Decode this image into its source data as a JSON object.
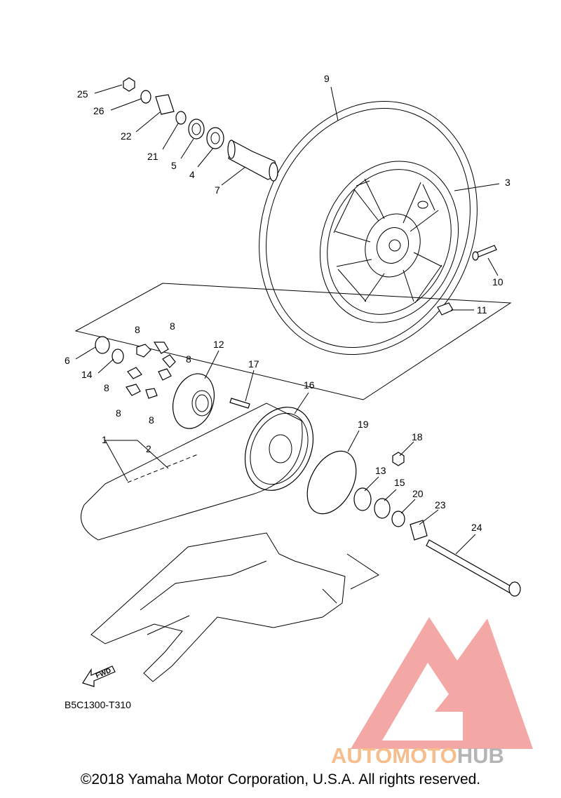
{
  "diagram": {
    "labels": [
      {
        "id": "25",
        "text": "25"
      },
      {
        "id": "26",
        "text": "26"
      },
      {
        "id": "22",
        "text": "22"
      },
      {
        "id": "21",
        "text": "21"
      },
      {
        "id": "5",
        "text": "5"
      },
      {
        "id": "4",
        "text": "4"
      },
      {
        "id": "7",
        "text": "7"
      },
      {
        "id": "9",
        "text": "9"
      },
      {
        "id": "3",
        "text": "3"
      },
      {
        "id": "10",
        "text": "10"
      },
      {
        "id": "11",
        "text": "11"
      },
      {
        "id": "6",
        "text": "6"
      },
      {
        "id": "14",
        "text": "14"
      },
      {
        "id": "8a",
        "text": "8"
      },
      {
        "id": "8b",
        "text": "8"
      },
      {
        "id": "8c",
        "text": "8"
      },
      {
        "id": "8d",
        "text": "8"
      },
      {
        "id": "8e",
        "text": "8"
      },
      {
        "id": "8f",
        "text": "8"
      },
      {
        "id": "12",
        "text": "12"
      },
      {
        "id": "17",
        "text": "17"
      },
      {
        "id": "16",
        "text": "16"
      },
      {
        "id": "1",
        "text": "1"
      },
      {
        "id": "2",
        "text": "2"
      },
      {
        "id": "19",
        "text": "19"
      },
      {
        "id": "18",
        "text": "18"
      },
      {
        "id": "13",
        "text": "13"
      },
      {
        "id": "15",
        "text": "15"
      },
      {
        "id": "20",
        "text": "20"
      },
      {
        "id": "23",
        "text": "23"
      },
      {
        "id": "24",
        "text": "24"
      }
    ],
    "direction_arrow": "FWD",
    "diagram_code": "B5C1300-T310"
  },
  "watermark": {
    "text_part1": "AUTOMOTO",
    "text_part2": "HUB",
    "color_part1": "#f5b27a",
    "color_part2": "#a9a9a9",
    "logo_color": "#f29a96"
  },
  "footer": {
    "copyright": "©2018 Yamaha Motor Corporation, U.S.A. All rights reserved."
  }
}
